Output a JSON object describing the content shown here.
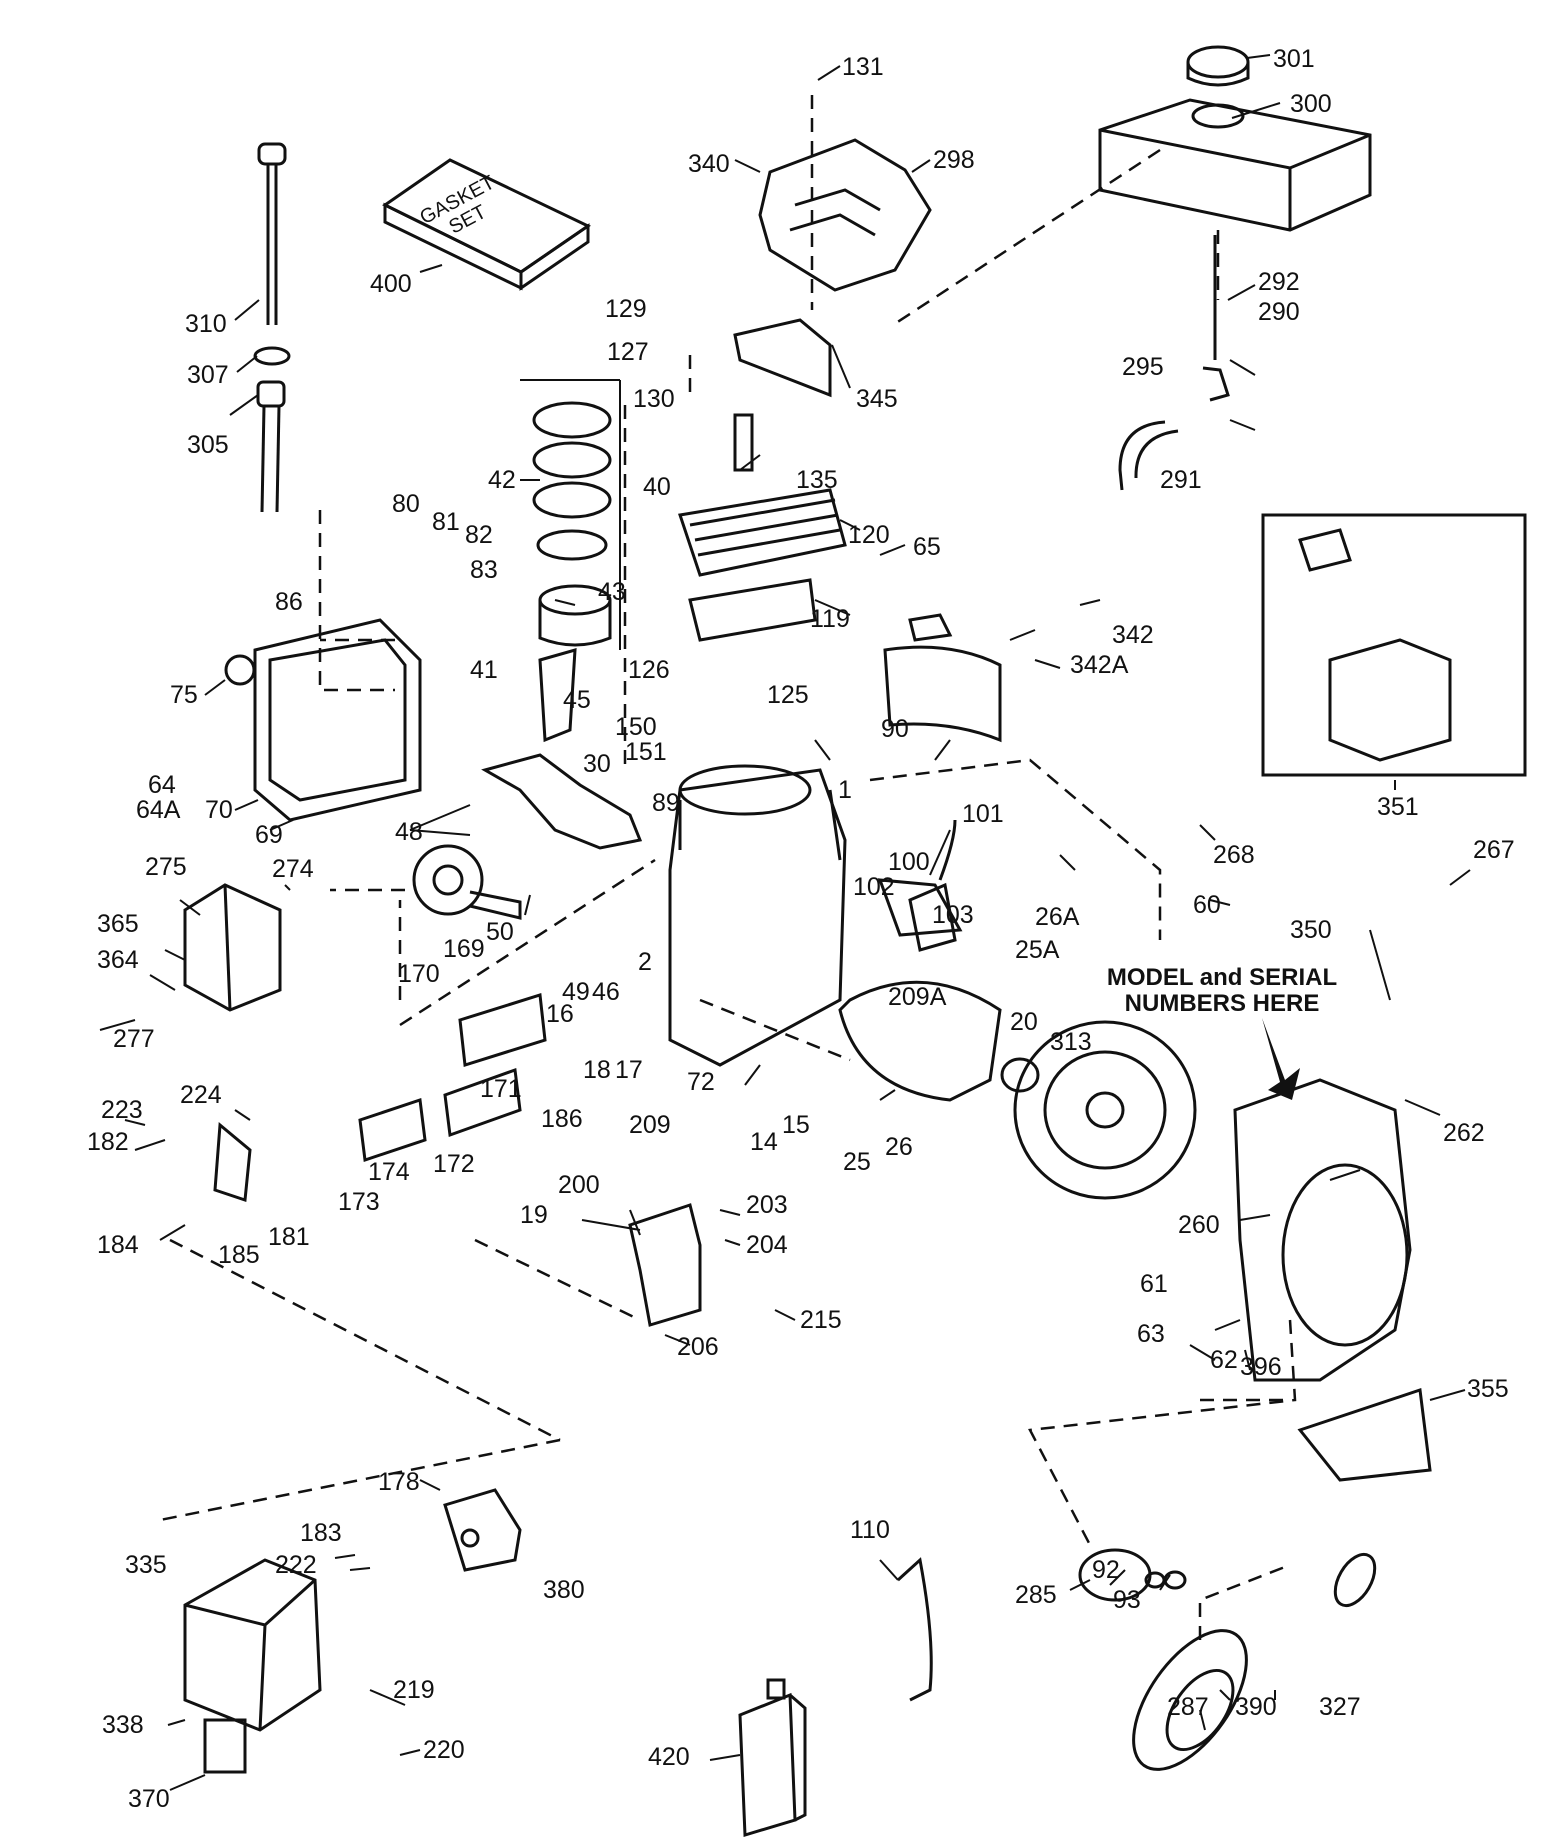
{
  "notes": {
    "model_serial_line1": "MODEL and SERIAL",
    "model_serial_line2": "NUMBERS HERE",
    "gasket_box_line1": "GASKET",
    "gasket_box_line2": "SET"
  },
  "labels": [
    "131",
    "301",
    "300",
    "340",
    "298",
    "400",
    "310",
    "307",
    "305",
    "129",
    "127",
    "130",
    "345",
    "292",
    "290",
    "295",
    "291",
    "135",
    "42",
    "40",
    "80",
    "81",
    "82",
    "120",
    "65",
    "83",
    "43",
    "86",
    "41",
    "119",
    "342",
    "342A",
    "75",
    "126",
    "125",
    "45",
    "150",
    "151",
    "30",
    "64",
    "64A",
    "70",
    "69",
    "48",
    "89",
    "1",
    "101",
    "100",
    "102",
    "103",
    "26A",
    "25A",
    "275",
    "274",
    "365",
    "364",
    "277",
    "49",
    "46",
    "50",
    "2",
    "16",
    "17",
    "18",
    "72",
    "169",
    "170",
    "171",
    "186",
    "209A",
    "20",
    "313",
    "25",
    "26",
    "14",
    "15",
    "224",
    "223",
    "182",
    "184",
    "185",
    "181",
    "174",
    "172",
    "173",
    "209",
    "200",
    "19",
    "203",
    "204",
    "215",
    "206",
    "178",
    "183",
    "222",
    "335",
    "380",
    "219",
    "338",
    "220",
    "370",
    "420",
    "110",
    "285",
    "92",
    "93",
    "390",
    "287",
    "327",
    "355",
    "262",
    "260",
    "61",
    "63",
    "62",
    "396",
    "351",
    "350",
    "267",
    "268",
    "60",
    "90"
  ]
}
